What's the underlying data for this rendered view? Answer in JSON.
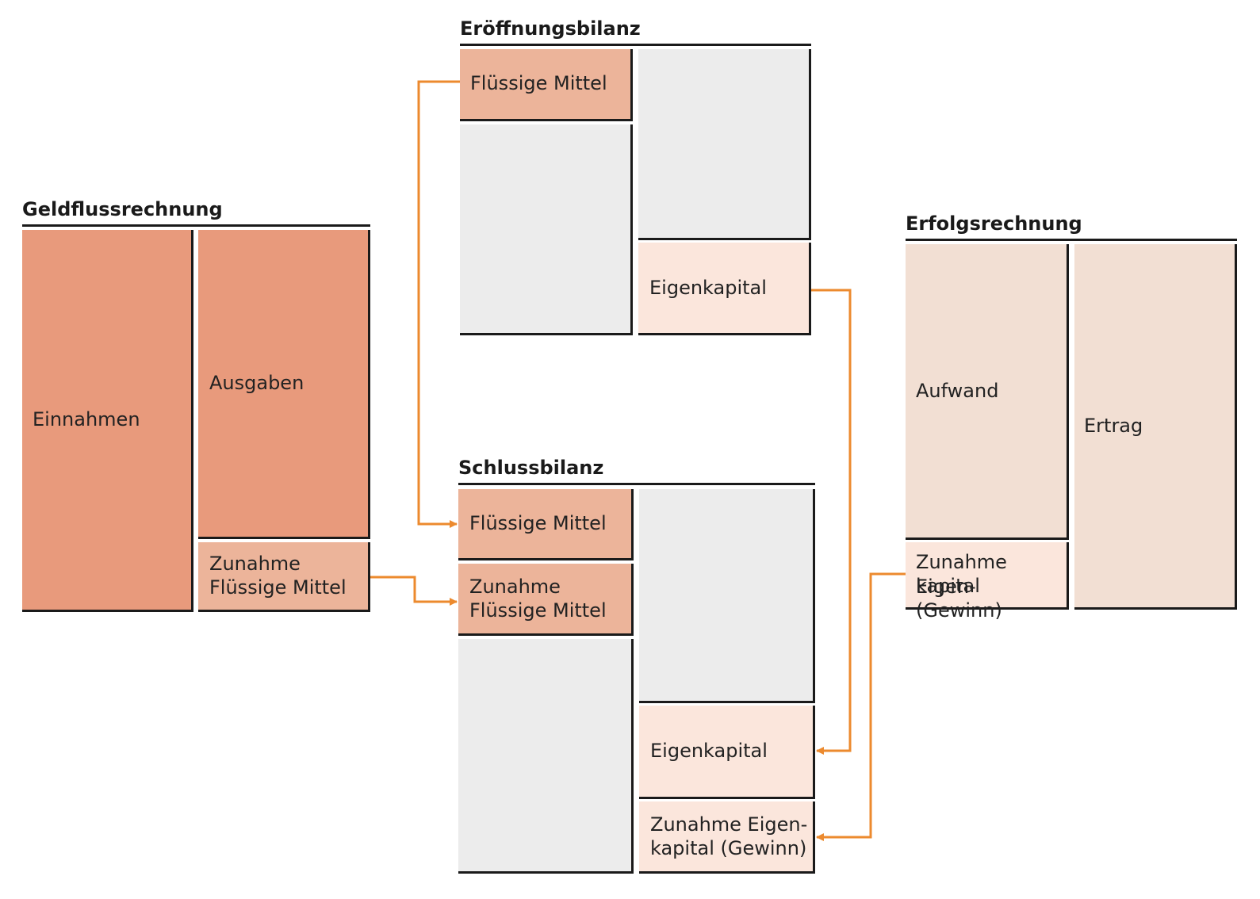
{
  "geldfluss": {
    "title": "Geldflussrechnung",
    "einnahmen": "Einnahmen",
    "ausgaben": "Ausgaben",
    "zunahme_line1": "Zunahme",
    "zunahme_line2": "Flüssige Mittel"
  },
  "eroeffnung": {
    "title": "Eröffnungsbilanz",
    "fluessige_mittel": "Flüssige Mittel",
    "eigenkapital": "Eigenkapital"
  },
  "schluss": {
    "title": "Schlussbilanz",
    "fluessige_mittel": "Flüssige Mittel",
    "zunahme_line1": "Zunahme",
    "zunahme_line2": "Flüssige Mittel",
    "eigenkapital": "Eigenkapital",
    "zunahme_ek_line1": "Zunahme Eigen-",
    "zunahme_ek_line2": "kapital (Gewinn)"
  },
  "erfolg": {
    "title": "Erfolgsrechnung",
    "aufwand": "Aufwand",
    "ertrag": "Ertrag",
    "zunahme_ek_line1": "Zunahme Eigen-",
    "zunahme_ek_line2": "kapital (Gewinn)"
  },
  "colors": {
    "arrow": "#ec8a2e",
    "dark_salmon": "#e89a7c",
    "mid_salmon": "#ecb49a",
    "light_salmon": "#fbe6dc",
    "gray": "#ececec",
    "beige": "#f2dfd3",
    "border": "#1a1a1a"
  }
}
